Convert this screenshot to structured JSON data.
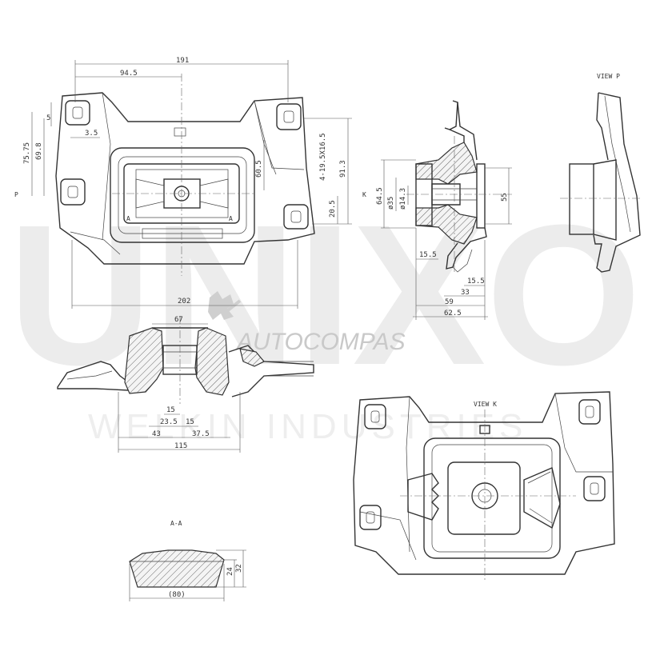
{
  "watermark": {
    "big_text": "UNIXO",
    "brand": "AUTOCOMPAS",
    "sub": "WELKIN INDUSTRIES"
  },
  "views": {
    "view_p": "VIEW P",
    "view_k": "VIEW K",
    "section_aa": "A-A",
    "label_p": "P",
    "label_k": "K",
    "label_a": "A"
  },
  "dimensions": {
    "top": {
      "d191": "191",
      "d94_5": "94.5",
      "d5": "5",
      "d3_5": "3.5",
      "d75_75": "75.75",
      "d69_8": "69.8",
      "d60_5": "60.5",
      "d4_19_5": "4-19.5X16.5",
      "d91_3": "91.3",
      "d20_5": "20.5",
      "d202": "202"
    },
    "side": {
      "d64_5": "64.5",
      "d35": "ø35",
      "d14_3": "ø14.3",
      "d55": "55",
      "d15_5a": "15.5",
      "d15_5b": "15.5",
      "d33": "33",
      "d59": "59",
      "d62_5": "62.5"
    },
    "front": {
      "d67": "67",
      "d15a": "15",
      "d23_5": "23.5",
      "d15b": "15",
      "d43": "43",
      "d37_5": "37.5",
      "d115": "115"
    },
    "section": {
      "d24": "24",
      "d32": "32",
      "d80": "(80)"
    }
  }
}
